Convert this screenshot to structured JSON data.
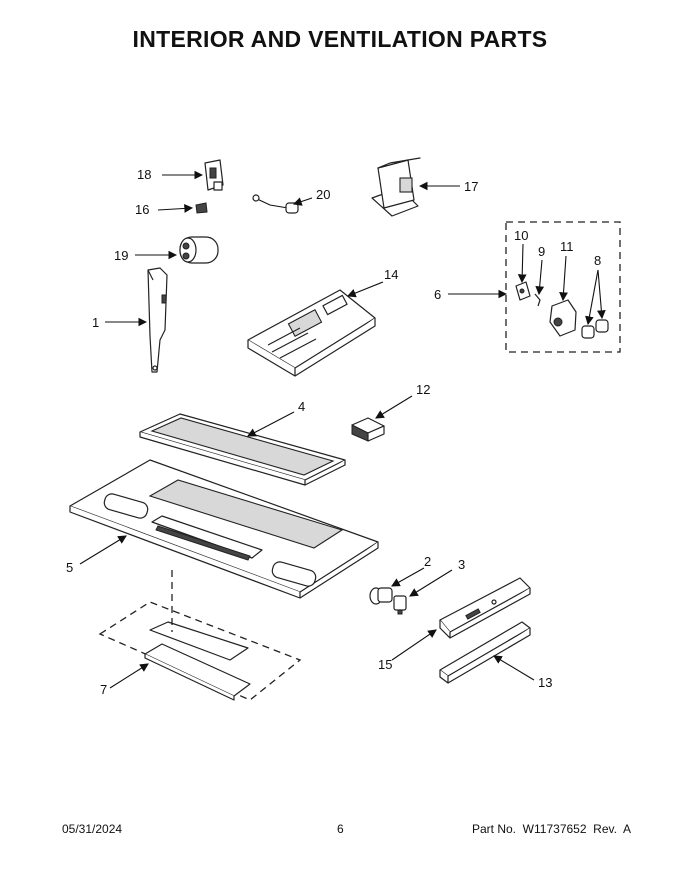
{
  "page": {
    "title": "INTERIOR AND VENTILATION PARTS",
    "footer_date": "05/31/2024",
    "footer_page": "6",
    "footer_part": "Part No.  W11737652  Rev.  A"
  },
  "callouts": [
    "1",
    "2",
    "3",
    "4",
    "5",
    "6",
    "7",
    "8",
    "9",
    "10",
    "11",
    "12",
    "13",
    "14",
    "15",
    "16",
    "17",
    "18",
    "19",
    "20"
  ]
}
